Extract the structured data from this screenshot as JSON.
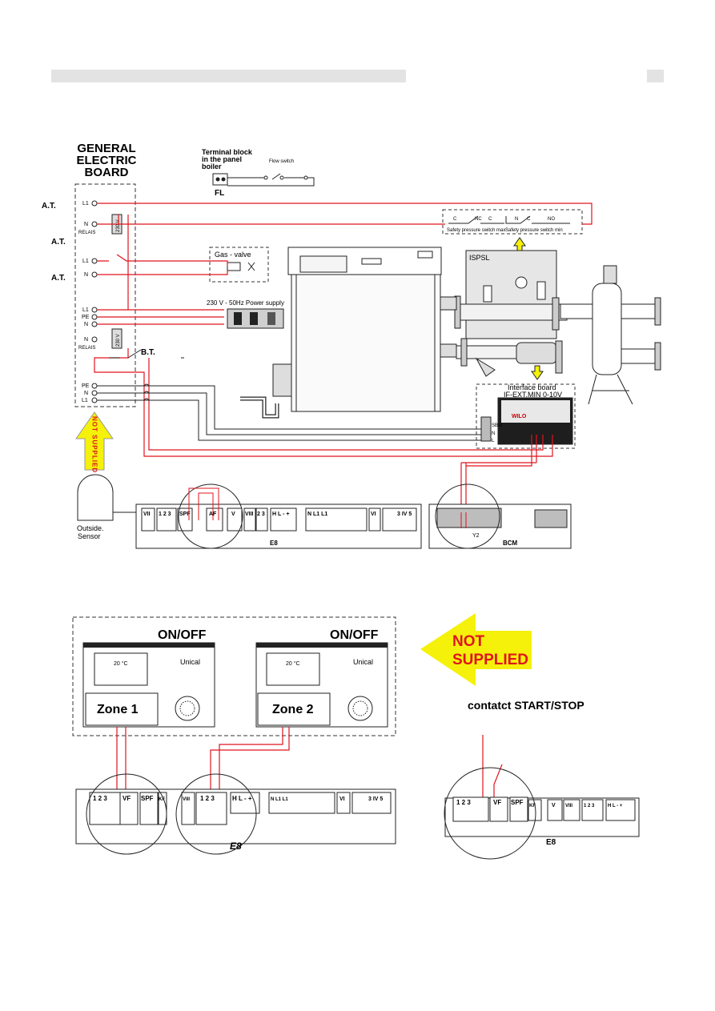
{
  "board": {
    "title_lines": [
      "GENERAL",
      "ELECTRIC",
      "BOARD"
    ],
    "at_labels": [
      "A.T.",
      "A.T.",
      "A.T."
    ],
    "bt_label": "B.T.",
    "terminals": {
      "l1": "L1",
      "n": "N",
      "relais": "RELAIS",
      "v230": "230 V",
      "pe": "PE",
      "n2": "N",
      "l1b": "L1"
    }
  },
  "terminal_block": {
    "title_lines": [
      "Terminal block",
      "in the panel",
      "boiler"
    ],
    "flow_switch": "Flow switch",
    "code": "FL"
  },
  "gas_valve": "Gas - valve",
  "power_supply": "230 V - 50Hz Power supply",
  "safety": {
    "max_label": "Safety pressure switch max",
    "min_label": "Safety pressure switch min",
    "c": "C",
    "nc": "NC",
    "no": "NO",
    "n": "N"
  },
  "ispsl": "ISPSL",
  "interface_board": {
    "title_lines": [
      "Interface board",
      "IF-EXT.MIN 0-10V"
    ],
    "brand": "WILO",
    "side_labels": [
      "L",
      "N",
      "SBM"
    ]
  },
  "not_supplied_vertical": "NOT SUPPLIED",
  "outside_sensor_lines": [
    "Outside.",
    "Sensor"
  ],
  "e8_top": {
    "label": "E8",
    "blocks": [
      "VII",
      "1 2 3",
      "SPF",
      "AF",
      "V",
      "VIII",
      "2 3",
      "H L - +",
      "N L1 L1",
      "VI",
      "3 IV 5"
    ]
  },
  "bcm": {
    "label": "BCM",
    "y2": "Y2"
  },
  "zones": [
    {
      "on_off": "ON/OFF",
      "brand": "Unical",
      "name": "Zone 1",
      "display": "20 °C"
    },
    {
      "on_off": "ON/OFF",
      "brand": "Unical",
      "name": "Zone 2",
      "display": "20 °C"
    }
  ],
  "not_supplied_arrow": [
    "NOT",
    "SUPPLIED"
  ],
  "start_stop": "contatct START/STOP",
  "e8_bottom_left": {
    "label": "E8",
    "blocks": [
      "1 2 3",
      "VF",
      "SPF",
      "KF",
      "VIII",
      "1 2 3",
      "H L - +",
      "N L1 L1",
      "VI",
      "3 IV 5"
    ]
  },
  "e8_bottom_right": {
    "label": "E8",
    "blocks": [
      "1 2 3",
      "VF",
      "SPF",
      "KF",
      "V",
      "VIII",
      "1 2 3",
      "H L - +"
    ]
  },
  "colors": {
    "wire_red": "#e0141e",
    "wire_dark": "#222222",
    "arrow_yellow": "#f5f10a",
    "header_bar": "#e3e3e3"
  }
}
